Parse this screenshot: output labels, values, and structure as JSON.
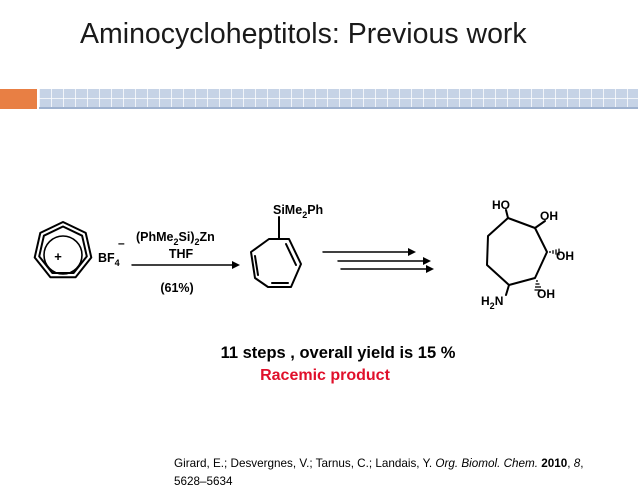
{
  "slide": {
    "title": "Aminocycloheptitols: Previous work"
  },
  "scheme": {
    "tropylium": {
      "charge": "+",
      "counterion": "BF",
      "counterion_sub": "4",
      "counterion_charge": "–"
    },
    "reagent": {
      "part1": "(PhMe",
      "sub1": "2",
      "part2": "Si)",
      "sub2": "2",
      "part3": "Zn",
      "solvent": "THF",
      "yield": "(61%)"
    },
    "intermediate": {
      "substituent": "SiMe",
      "substituent_sub": "2",
      "substituent_end": "Ph"
    },
    "product": {
      "labels": {
        "ho": "HO",
        "oh_top": "OH",
        "oh_mid": "OH",
        "oh_bottom": "OH",
        "amine": "H",
        "amine_sub": "2",
        "amine_end": "N"
      }
    }
  },
  "summary": {
    "steps": "11 steps , overall yield is 15 %",
    "racemic": "Racemic product"
  },
  "reference": {
    "authors": "Girard, E.; Desvergnes, V.; Tarnus, C.; Landais, Y. ",
    "journal": "Org. Biomol. Chem.",
    "year": "2010",
    "volume": "8",
    "pages": "5628–5634"
  },
  "colors": {
    "accent_orange": "#e87f44",
    "accent_blue": "#c6d3e6",
    "highlight_red": "#e0102b"
  }
}
